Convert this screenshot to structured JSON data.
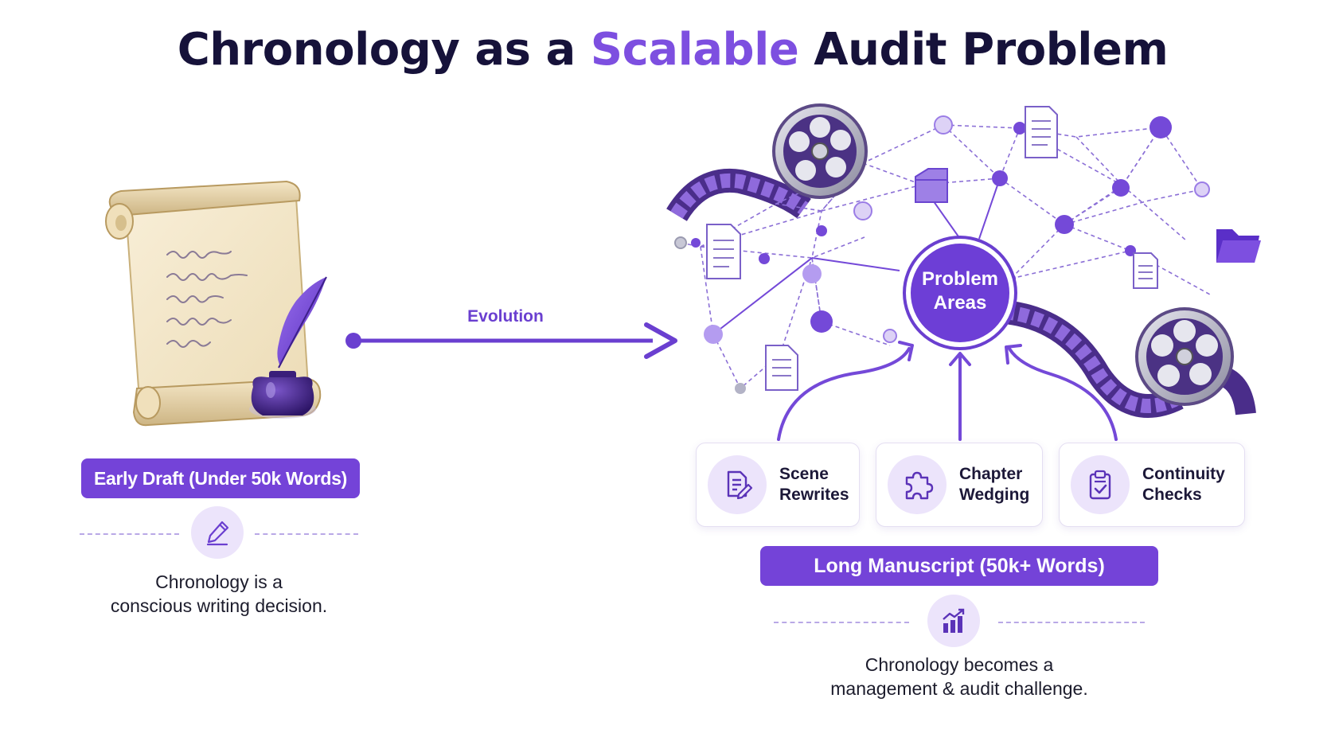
{
  "title": {
    "part1": "Chronology as a ",
    "accent": "Scalable",
    "part2": " Audit Problem"
  },
  "colors": {
    "accent": "#7d4fe0",
    "primary": "#7443d8",
    "dark": "#16123a",
    "soft": "#ece4fb"
  },
  "left": {
    "badge": "Early Draft (Under 50k Words)",
    "icon": "pen-icon",
    "caption_line1": "Chronology is a",
    "caption_line2": "conscious writing decision."
  },
  "arrow": {
    "label": "Evolution"
  },
  "network": {
    "hub_line1": "Problem",
    "hub_line2": "Areas"
  },
  "cards": [
    {
      "line1": "Scene",
      "line2": "Rewrites",
      "icon": "document-edit-icon"
    },
    {
      "line1": "Chapter",
      "line2": "Wedging",
      "icon": "puzzle-icon"
    },
    {
      "line1": "Continuity",
      "line2": "Checks",
      "icon": "clipboard-check-icon"
    }
  ],
  "right": {
    "badge": "Long Manuscript (50k+ Words)",
    "icon": "bar-chart-icon",
    "caption_line1": "Chronology becomes a",
    "caption_line2": "management & audit challenge."
  }
}
